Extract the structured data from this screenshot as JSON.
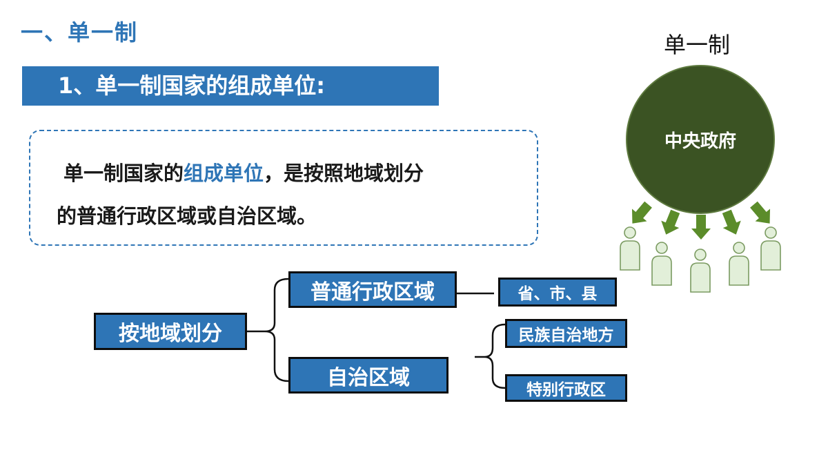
{
  "heading": "一、单一制",
  "subheading": "1、单一制国家的组成单位:",
  "definition": {
    "line1_pre": "单一制国家的",
    "line1_highlight": "组成单位",
    "line1_post": "，是按照地域划分",
    "line2": "的普通行政区域或自治区域。"
  },
  "tree": {
    "root": "按地域划分",
    "branch_general": "普通行政区域",
    "branch_autonomous": "自治区域",
    "leaf_general": "省、市、县",
    "leaf_ethnic": "民族自治地方",
    "leaf_sar": "特别行政区"
  },
  "illustration": {
    "title": "单一制",
    "center_label": "中央政府",
    "circle_color": "#3B5323",
    "arrow_color": "#5B8C2A",
    "person_fill": "#E2EFD9",
    "person_stroke": "#7a9a60"
  },
  "colors": {
    "accent_blue": "#2E75B6"
  }
}
